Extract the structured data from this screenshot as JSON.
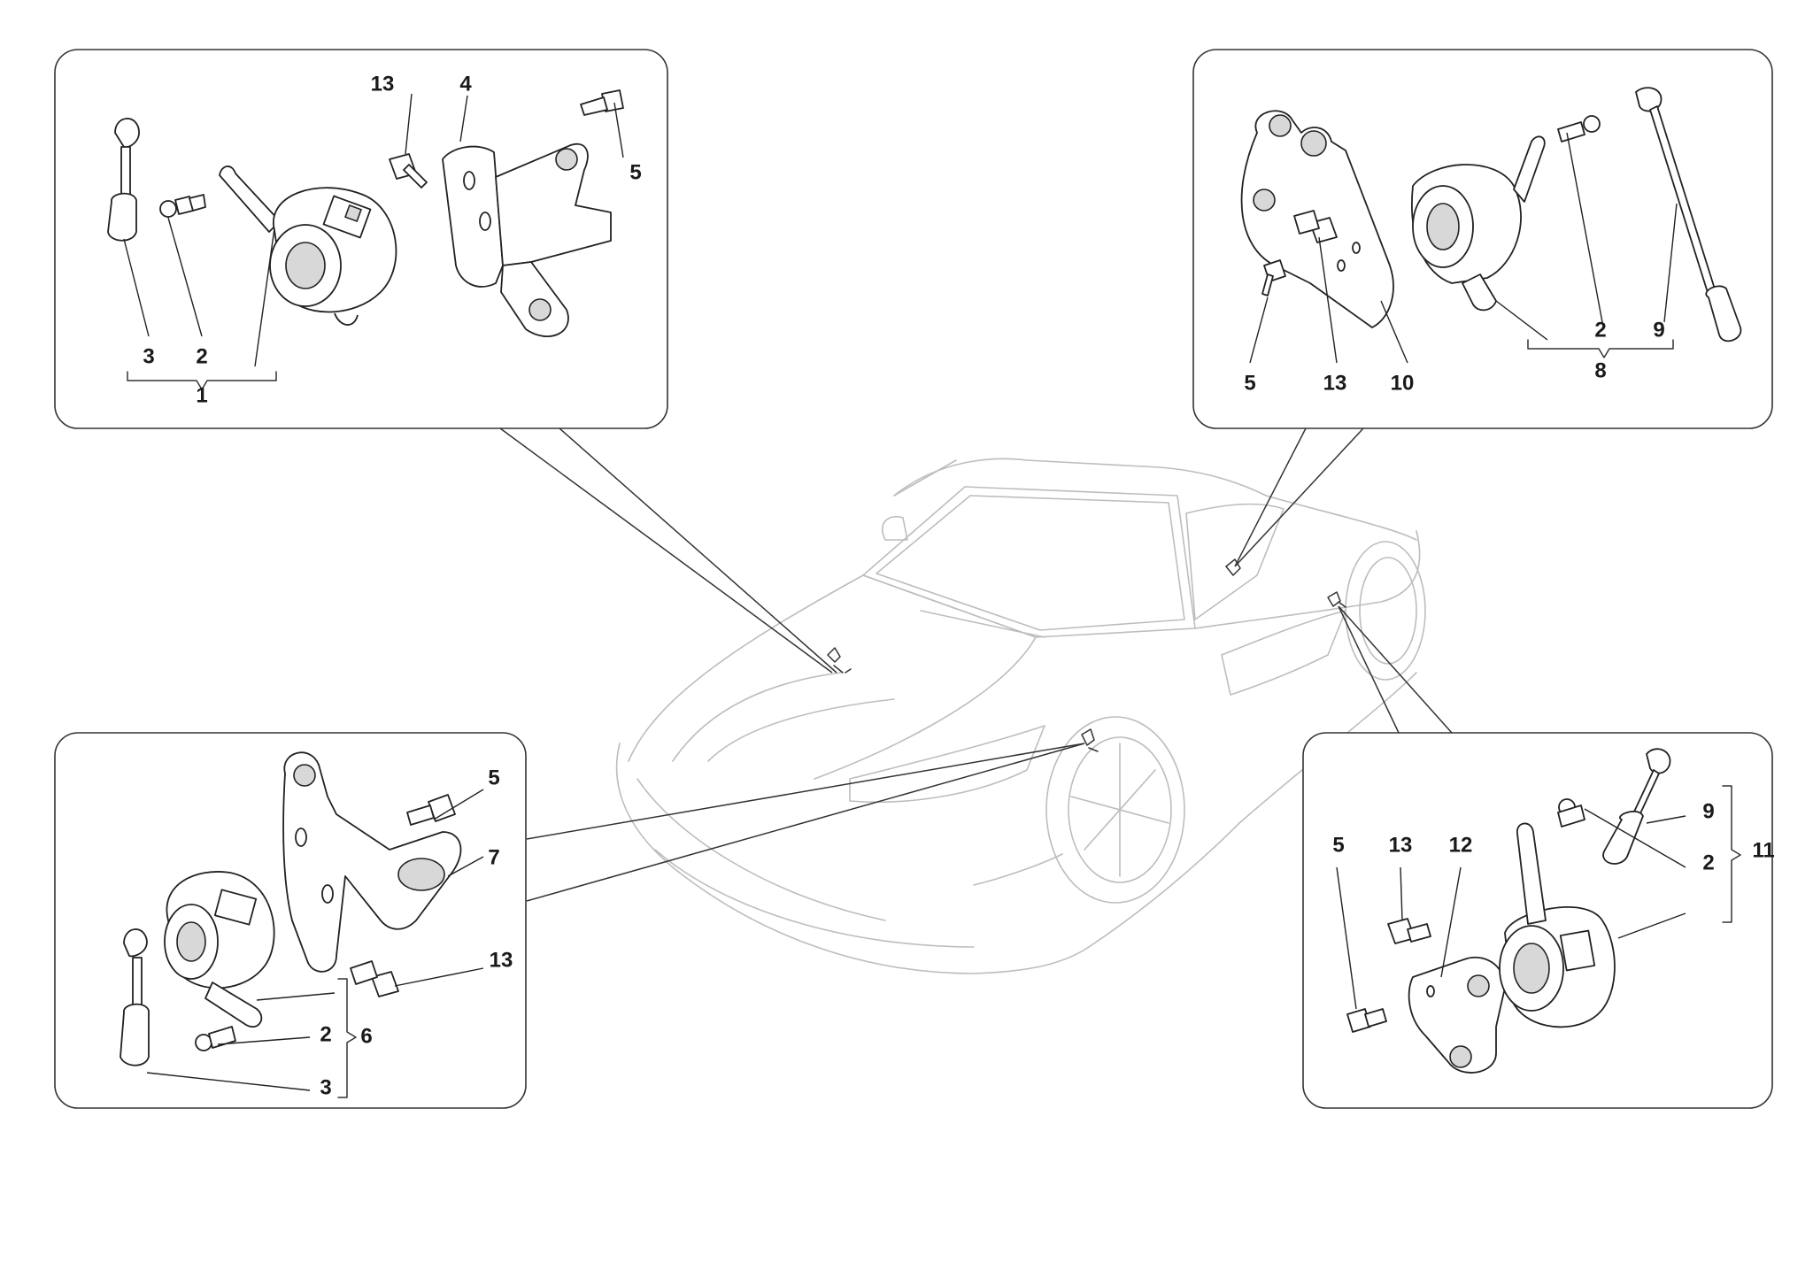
{
  "diagram": {
    "panels": {
      "top_left": {
        "labels": [
          "13",
          "4",
          "5",
          "3",
          "2",
          "1"
        ]
      },
      "top_right": {
        "labels": [
          "2",
          "9",
          "5",
          "13",
          "10",
          "8"
        ]
      },
      "bottom_left": {
        "labels": [
          "5",
          "7",
          "13",
          "2",
          "6",
          "3"
        ]
      },
      "bottom_right": {
        "labels": [
          "5",
          "13",
          "12",
          "9",
          "2",
          "11"
        ]
      }
    }
  }
}
